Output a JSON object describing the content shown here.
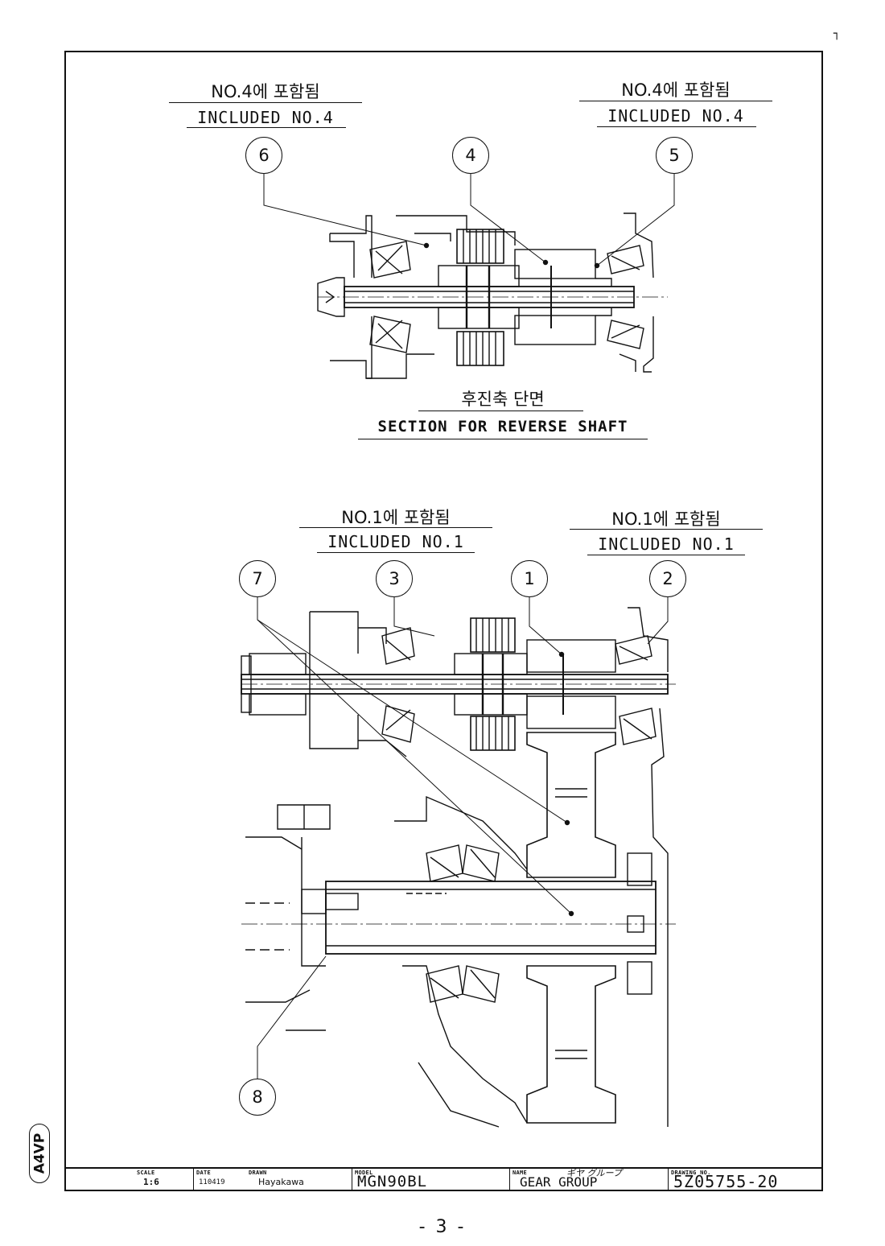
{
  "labels": {
    "top_left_ko": "NO.4에 포함됨",
    "top_left_en": "INCLUDED NO.4",
    "top_right_ko": "NO.4에 포함됨",
    "top_right_en": "INCLUDED NO.4",
    "bottom_left_ko": "NO.1에 포함됨",
    "bottom_left_en": "INCLUDED NO.1",
    "bottom_right_ko": "NO.1에 포함됨",
    "bottom_right_en": "INCLUDED NO.1"
  },
  "section": {
    "title_ko": "후진축 단면",
    "title_en": "SECTION FOR REVERSE SHAFT"
  },
  "balloons": [
    "6",
    "4",
    "5",
    "7",
    "3",
    "1",
    "2",
    "8"
  ],
  "title_block": {
    "scale_caption": "SCALE",
    "scale": "1:6",
    "date_caption": "DATE",
    "date": "110419",
    "drawn_caption": "DRAWN",
    "drawn": "Hayakawa",
    "model_caption": "MODEL",
    "model": "MGN90BL",
    "name_caption": "NAME",
    "name": "GEAR GROUP",
    "name_jp": "ギヤ グループ",
    "drawing_no_caption": "DRAWING NO.",
    "drawing_no": "5Z05755-20"
  },
  "stamp": "A4VP",
  "page_number": "- 3 -",
  "corner_mark": "┐"
}
